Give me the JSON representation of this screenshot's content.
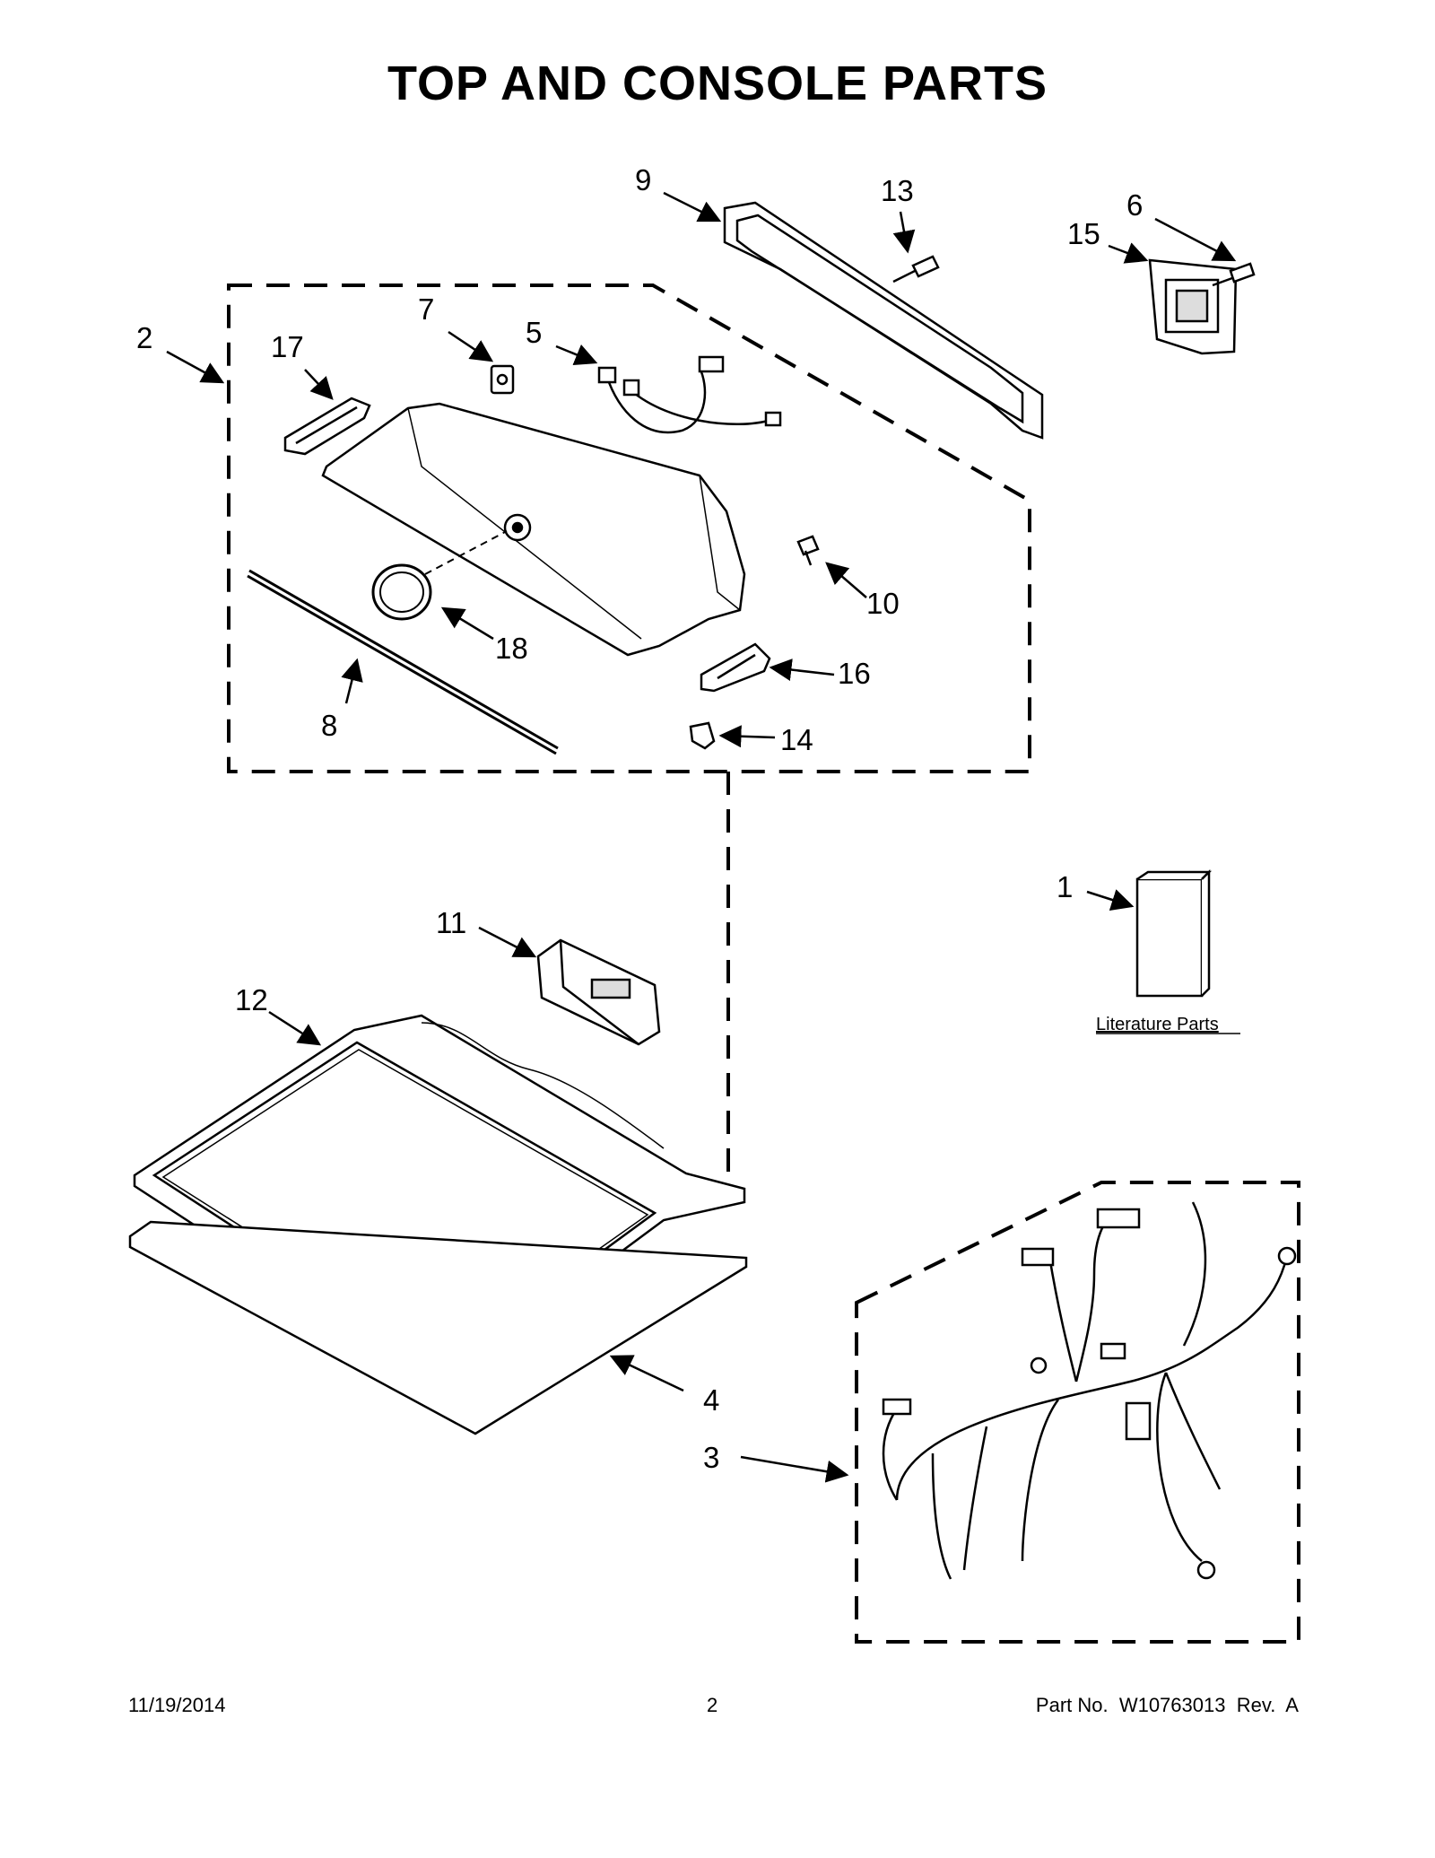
{
  "title": "TOP AND CONSOLE PARTS",
  "callouts": {
    "c1": "1",
    "c2": "2",
    "c3": "3",
    "c4": "4",
    "c5": "5",
    "c6": "6",
    "c7": "7",
    "c8": "8",
    "c9": "9",
    "c10": "10",
    "c11": "11",
    "c12": "12",
    "c13": "13",
    "c14": "14",
    "c15": "15",
    "c16": "16",
    "c17": "17",
    "c18": "18"
  },
  "literature_label": "Literature Parts",
  "footer": {
    "date": "11/19/2014",
    "page": "2",
    "part": "Part No.  W10763013  Rev.  A"
  },
  "colors": {
    "line": "#000000",
    "background": "#ffffff"
  }
}
